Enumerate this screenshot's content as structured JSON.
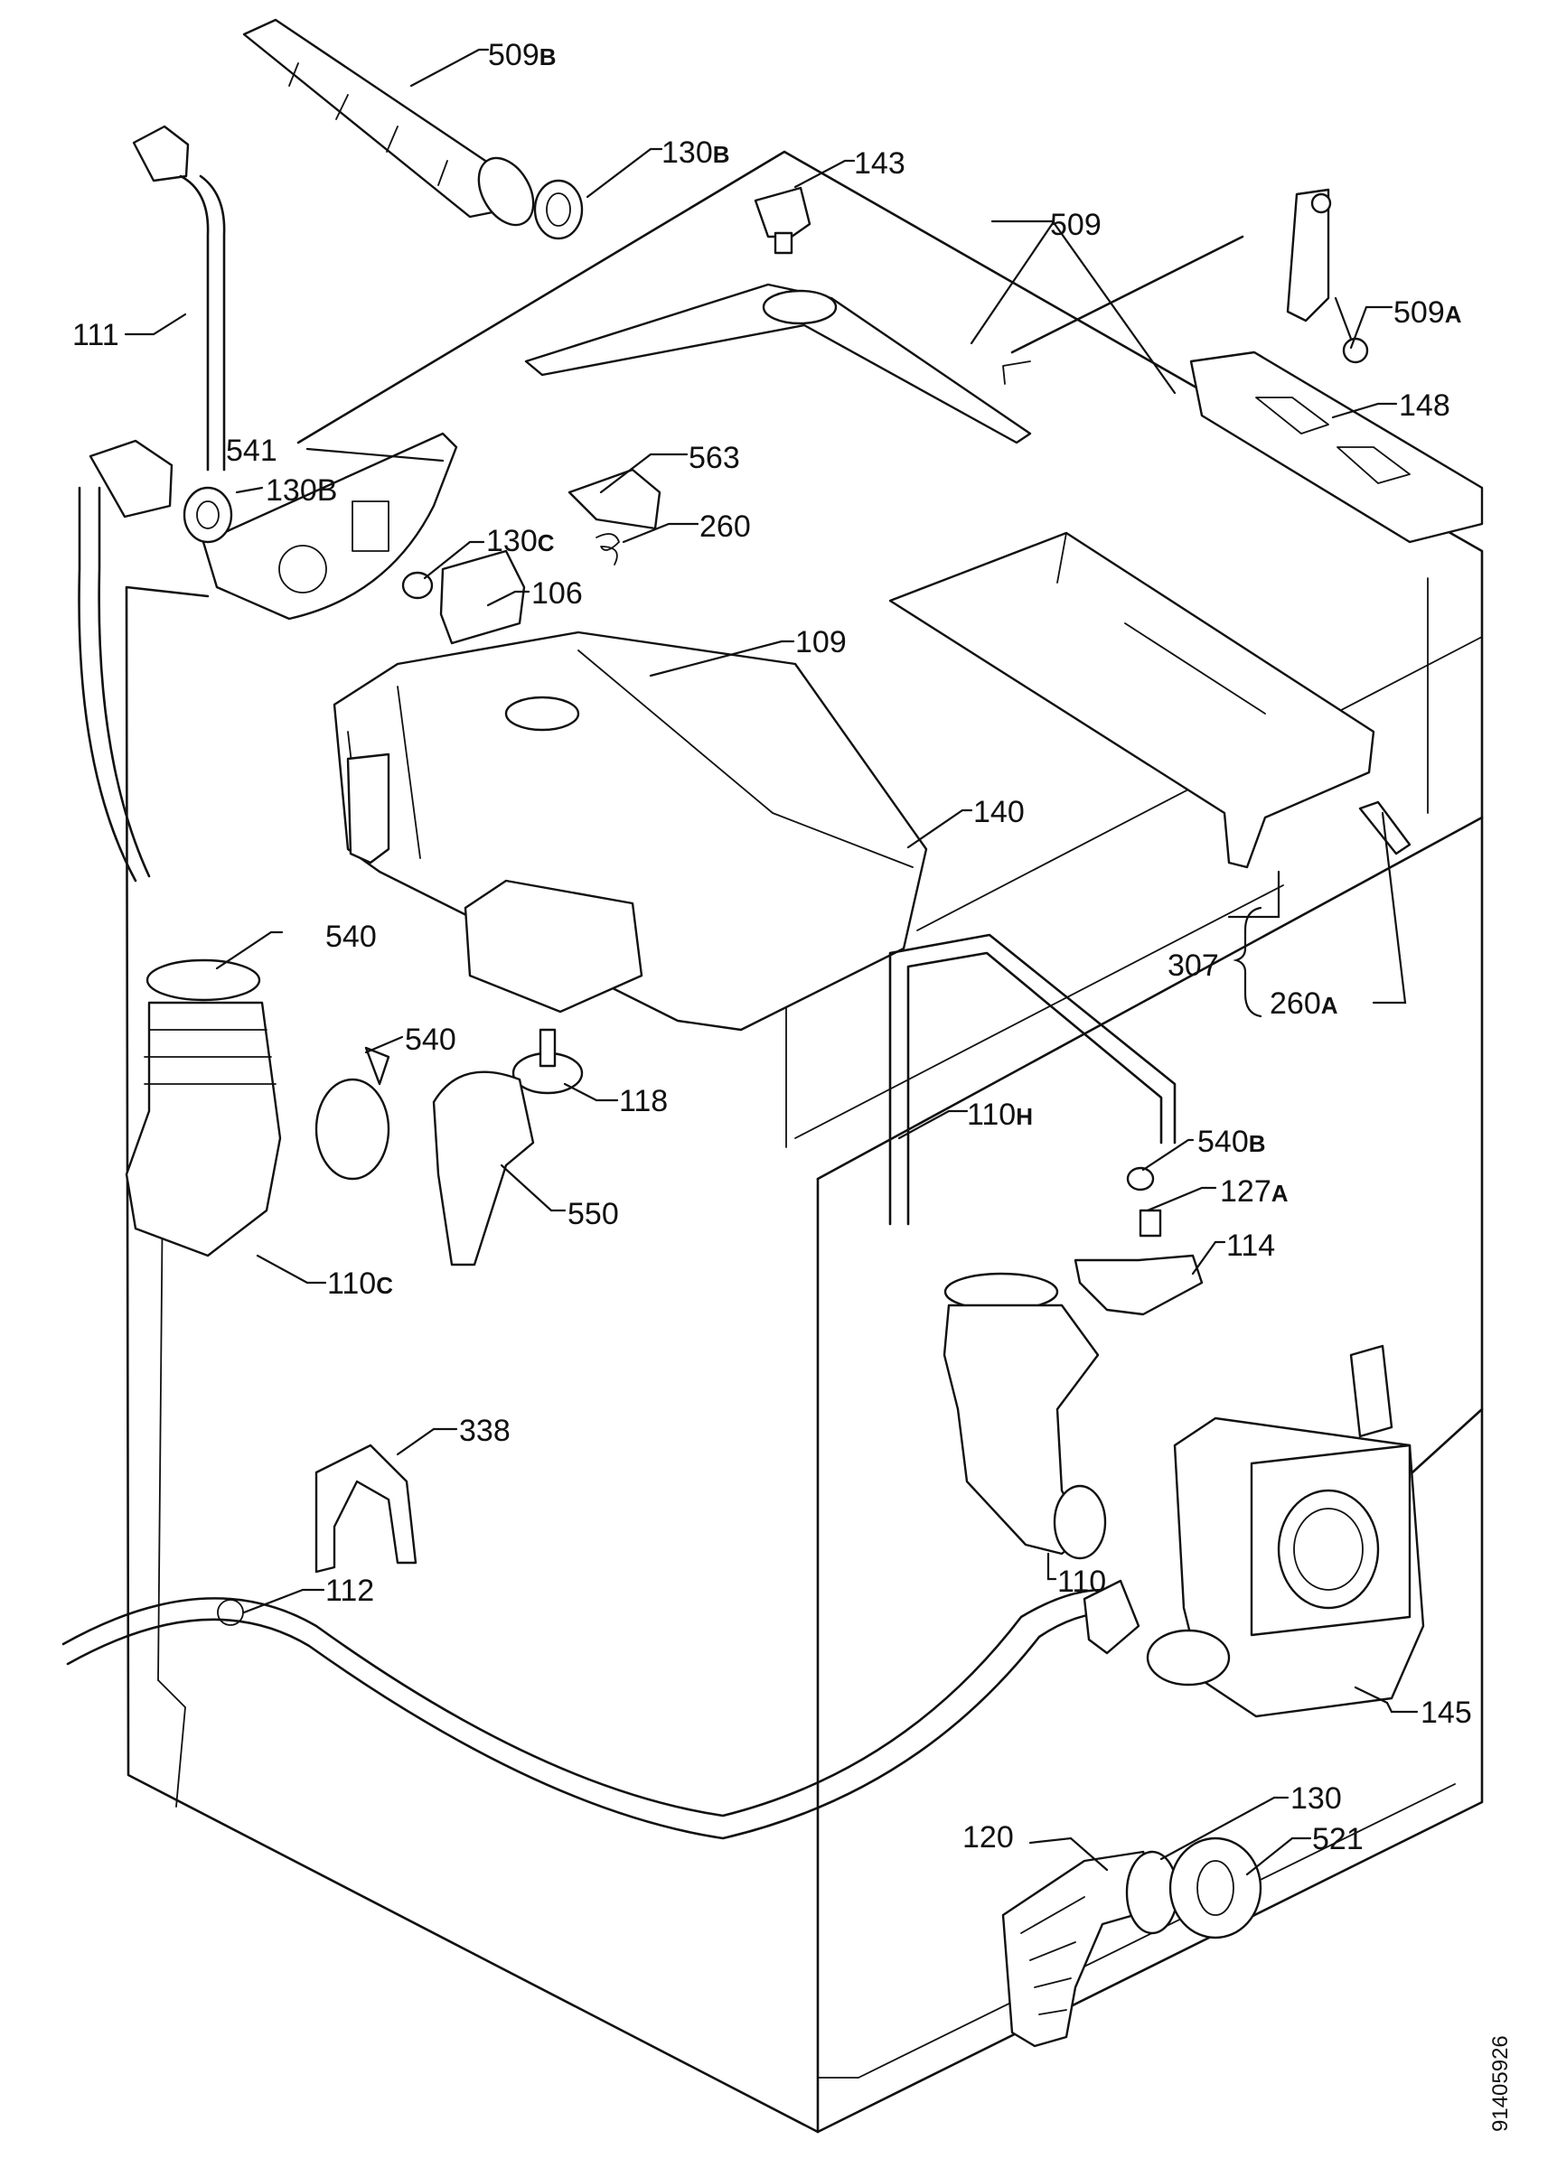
{
  "callouts": [
    {
      "id": "509b",
      "num": "509",
      "suffix": "B"
    },
    {
      "id": "130b-top",
      "num": "130",
      "suffix": "B"
    },
    {
      "id": "143",
      "num": "143",
      "suffix": ""
    },
    {
      "id": "509",
      "num": "509",
      "suffix": ""
    },
    {
      "id": "509a",
      "num": "509",
      "suffix": "A"
    },
    {
      "id": "111",
      "num": "111",
      "suffix": ""
    },
    {
      "id": "148",
      "num": "148",
      "suffix": ""
    },
    {
      "id": "541",
      "num": "541",
      "suffix": ""
    },
    {
      "id": "130b-mid",
      "num": "130B",
      "suffix": ""
    },
    {
      "id": "563",
      "num": "563",
      "suffix": ""
    },
    {
      "id": "260",
      "num": "260",
      "suffix": ""
    },
    {
      "id": "130c",
      "num": "130",
      "suffix": "C"
    },
    {
      "id": "106",
      "num": "106",
      "suffix": ""
    },
    {
      "id": "109",
      "num": "109",
      "suffix": ""
    },
    {
      "id": "140",
      "num": "140",
      "suffix": ""
    },
    {
      "id": "540-a",
      "num": "540",
      "suffix": ""
    },
    {
      "id": "307",
      "num": "307",
      "suffix": ""
    },
    {
      "id": "260a",
      "num": "260",
      "suffix": "A"
    },
    {
      "id": "540-b",
      "num": "540",
      "suffix": ""
    },
    {
      "id": "118",
      "num": "118",
      "suffix": ""
    },
    {
      "id": "110h",
      "num": "110",
      "suffix": "H"
    },
    {
      "id": "540b",
      "num": "540",
      "suffix": "B"
    },
    {
      "id": "550",
      "num": "550",
      "suffix": ""
    },
    {
      "id": "127a",
      "num": "127",
      "suffix": "A"
    },
    {
      "id": "110c",
      "num": "110",
      "suffix": "C"
    },
    {
      "id": "114",
      "num": "114",
      "suffix": ""
    },
    {
      "id": "338",
      "num": "338",
      "suffix": ""
    },
    {
      "id": "110",
      "num": "110",
      "suffix": ""
    },
    {
      "id": "112",
      "num": "112",
      "suffix": ""
    },
    {
      "id": "145",
      "num": "145",
      "suffix": ""
    },
    {
      "id": "130",
      "num": "130",
      "suffix": ""
    },
    {
      "id": "120",
      "num": "120",
      "suffix": ""
    },
    {
      "id": "521",
      "num": "521",
      "suffix": ""
    }
  ],
  "document_id": "91405926"
}
